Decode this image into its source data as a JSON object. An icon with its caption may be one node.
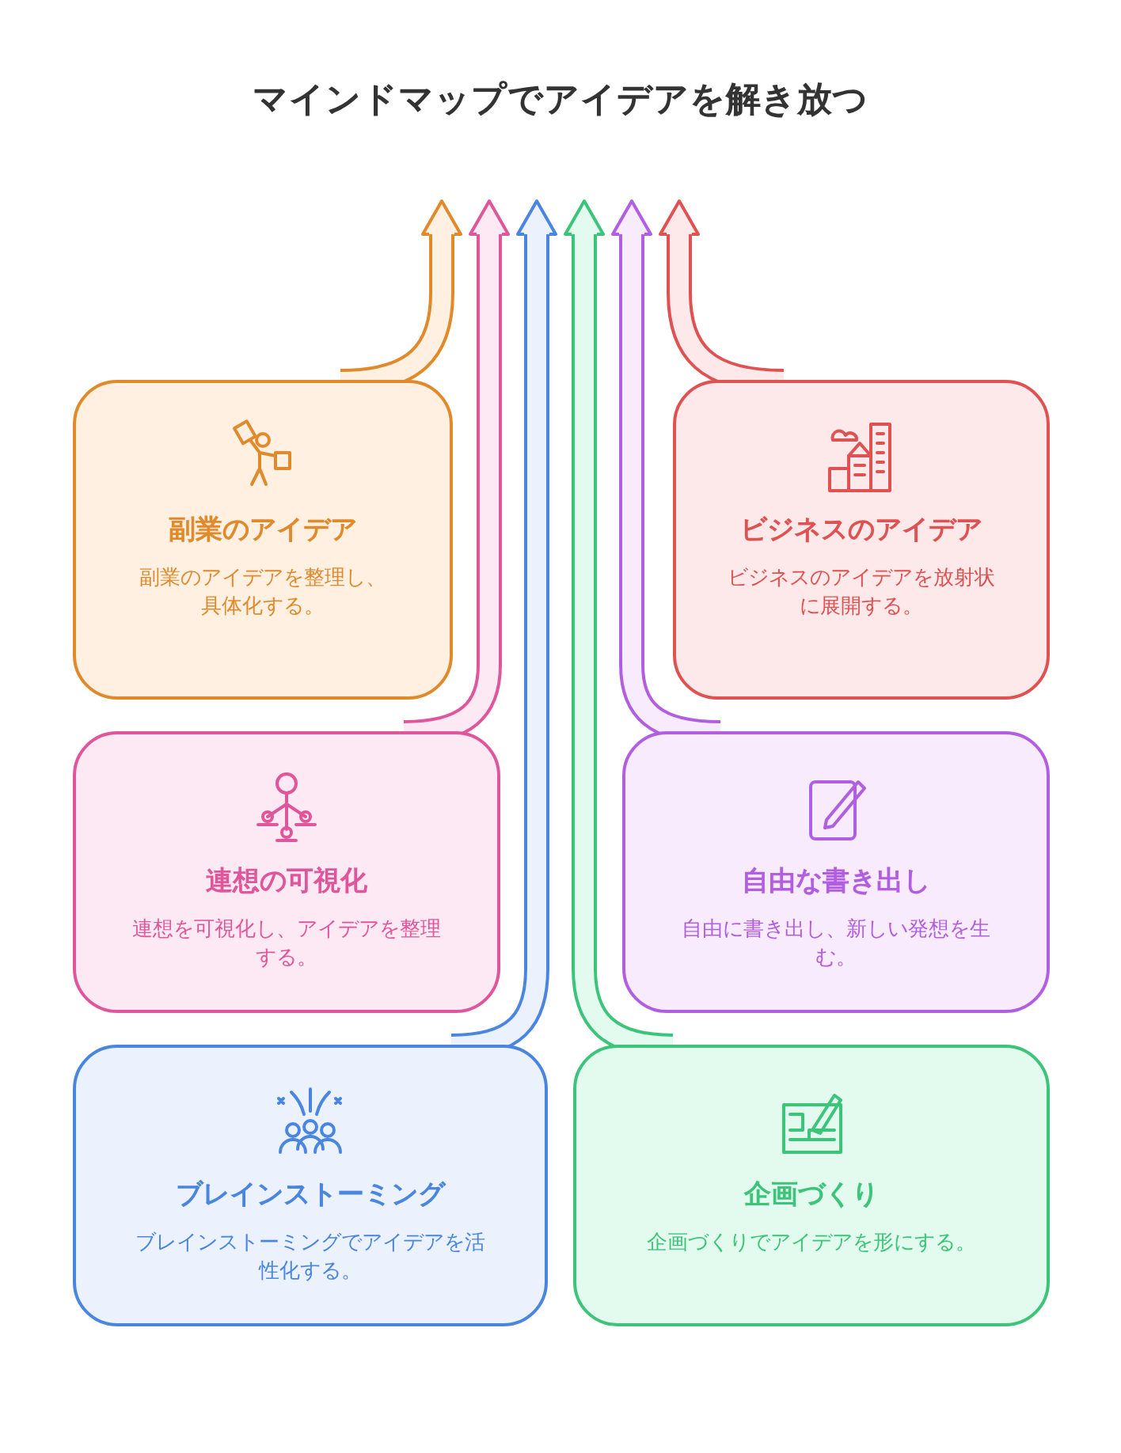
{
  "diagram": {
    "title": "マインドマップでアイデアを解き放つ",
    "nodes": [
      {
        "text": [
          "副業のアイデア",
          "副業のアイデアを整理し、具体化する。"
        ]
      },
      {
        "text": [
          "ビジネスのアイデア",
          "ビジネスのアイデアを放射状に展開する。"
        ]
      },
      {
        "text": [
          "連想の可視化",
          "連想を可視化し、アイデアを整理する。"
        ]
      },
      {
        "text": [
          "自由な書き出し",
          "自由に書き出し、新しい発想を生む。"
        ]
      },
      {
        "text": [
          "ブレインストーミング",
          "ブレインストーミングでアイデアを活性化する。"
        ]
      },
      {
        "text": [
          "企画づくり",
          "企画づくりでアイデアを形にする。"
        ]
      }
    ],
    "edges": [
      {
        "from": 0,
        "to": null,
        "arrow": "to",
        "color": "#e08a2c"
      },
      {
        "from": 2,
        "to": null,
        "arrow": "to",
        "color": "#e0569a"
      },
      {
        "from": 4,
        "to": null,
        "arrow": "to",
        "color": "#4a86e0"
      },
      {
        "from": 5,
        "to": null,
        "arrow": "to",
        "color": "#3cc47a"
      },
      {
        "from": 3,
        "to": null,
        "arrow": "to",
        "color": "#b25ee0"
      },
      {
        "from": 1,
        "to": null,
        "arrow": "to",
        "color": "#e05252"
      }
    ]
  }
}
